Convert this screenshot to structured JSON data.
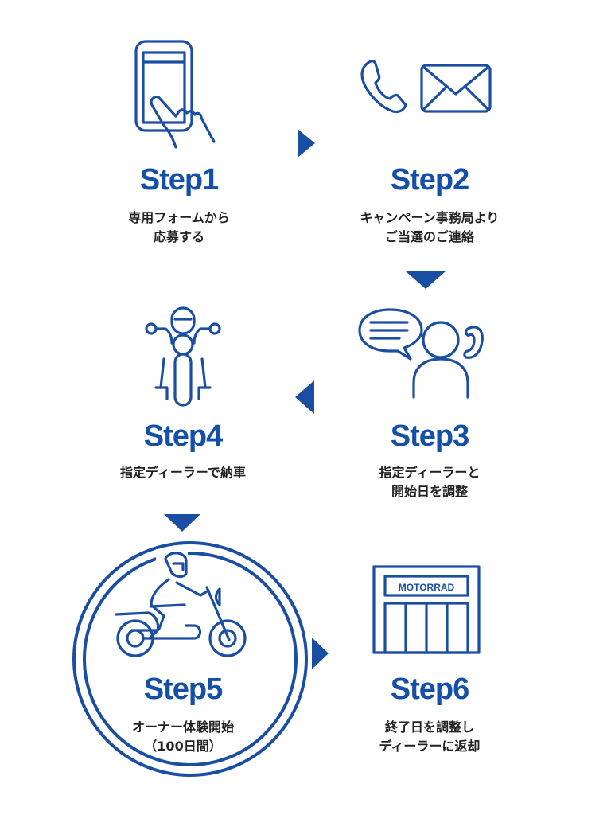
{
  "colors": {
    "accent": "#1450a8",
    "text": "#222222",
    "background": "#ffffff"
  },
  "steps": [
    {
      "title": "Step1",
      "desc_lines": [
        "専用フォームから",
        "応募する"
      ],
      "icon": "smartphone-tap-icon"
    },
    {
      "title": "Step2",
      "desc_lines": [
        "キャンペーン事務局より",
        "ご当選のご連絡"
      ],
      "icon": "phone-and-mail-icon"
    },
    {
      "title": "Step3",
      "desc_lines": [
        "指定ディーラーと",
        "開始日を調整"
      ],
      "icon": "person-call-chat-icon"
    },
    {
      "title": "Step4",
      "desc_lines": [
        "指定ディーラーで納車"
      ],
      "icon": "rider-front-motorcycle-icon"
    },
    {
      "title": "Step5",
      "desc_lines": [
        "オーナー体験開始",
        "（100日間）"
      ],
      "icon": "rider-motorcycle-side-icon",
      "highlighted": true
    },
    {
      "title": "Step6",
      "desc_lines": [
        "終了日を調整し",
        "ディーラーに返却"
      ],
      "icon": "dealer-storefront-icon",
      "sign_text": "MOTORRAD"
    }
  ],
  "arrows": [
    "right",
    "down",
    "left",
    "down",
    "right"
  ]
}
